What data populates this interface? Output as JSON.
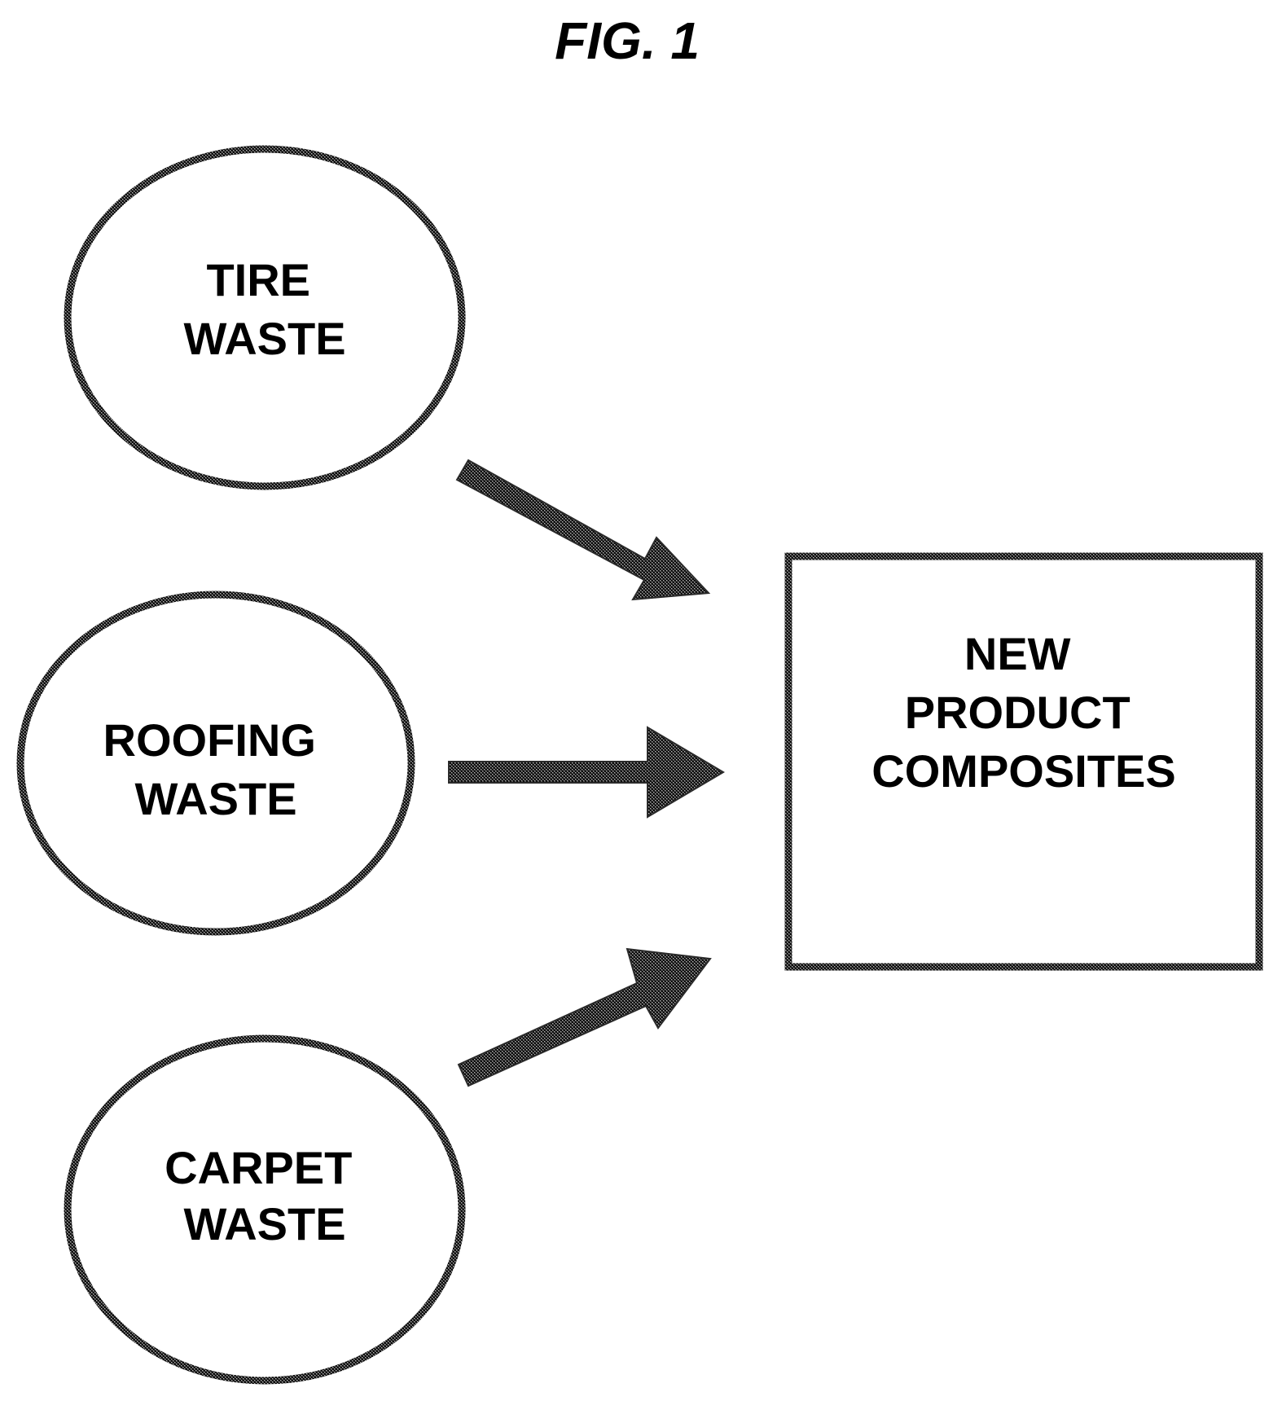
{
  "figure": {
    "title": "FIG. 1"
  },
  "nodes": {
    "tire_waste": {
      "lines": [
        "TIRE",
        "WASTE"
      ]
    },
    "roofing_waste": {
      "lines": [
        "ROOFING",
        "WASTE"
      ]
    },
    "carpet_waste": {
      "lines": [
        "CARPET",
        "WASTE"
      ]
    },
    "new_product_composites": {
      "lines": [
        "NEW",
        "PRODUCT",
        "COMPOSITES"
      ]
    }
  },
  "edges": [
    {
      "from": "tire_waste",
      "to": "new_product_composites"
    },
    {
      "from": "roofing_waste",
      "to": "new_product_composites"
    },
    {
      "from": "carpet_waste",
      "to": "new_product_composites"
    }
  ],
  "colors": {
    "ink": "#000000",
    "background": "#ffffff"
  }
}
